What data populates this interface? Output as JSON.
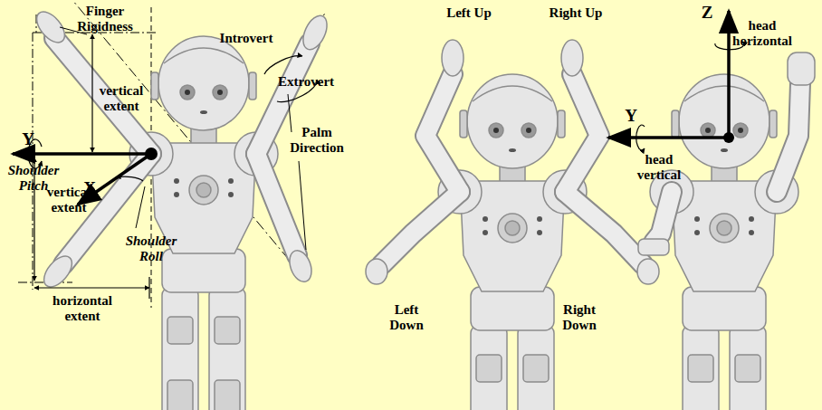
{
  "diagram": {
    "labels": [
      "Finger Rigidness",
      "vertical extent",
      "Shoulder Pitch",
      "Y",
      "X",
      "vertical extent",
      "Shoulder Roll",
      "horizontal extent",
      "Introvert",
      "Extrovert",
      "Palm Direction",
      "Left Up",
      "Right Up",
      "Left Down",
      "Right Down",
      "Z",
      "head horizontal",
      "Y",
      "head vertical"
    ]
  }
}
